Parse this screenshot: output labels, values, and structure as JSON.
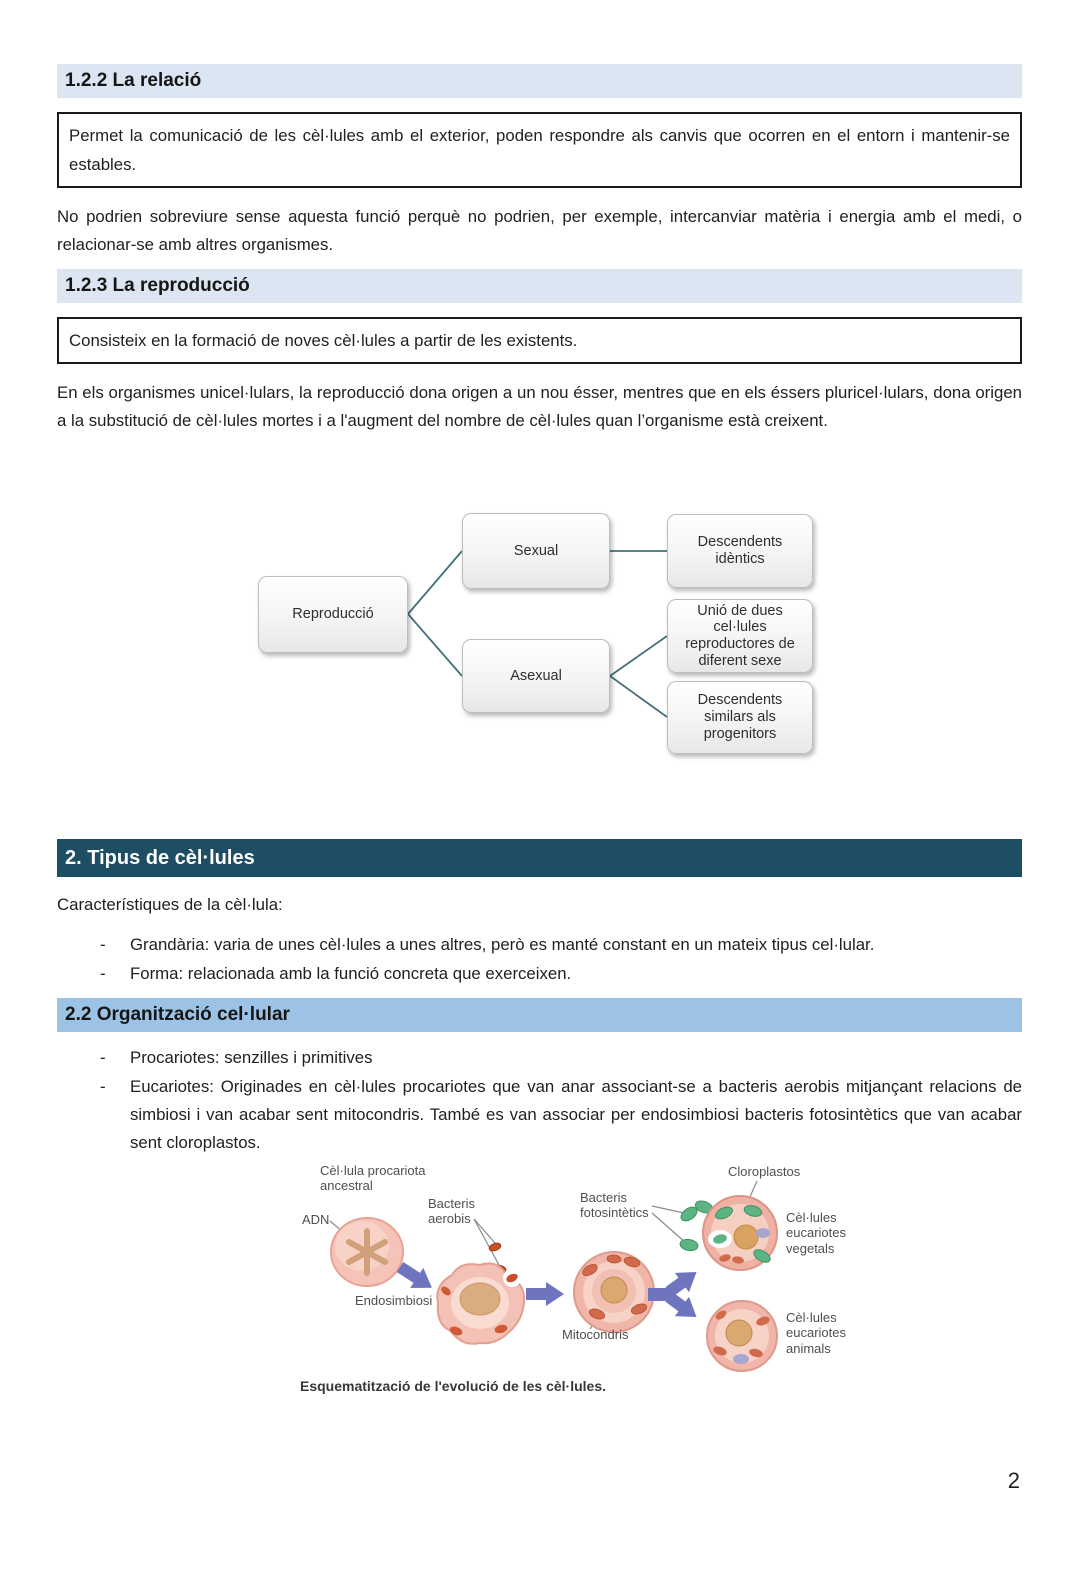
{
  "sections": {
    "relacio": {
      "heading": "1.2.2 La relació",
      "box": "Permet la comunicació de les cèl·lules amb el exterior, poden respondre als canvis que ocorren en el entorn i mantenir-se estables.",
      "paragraph": "No podrien sobreviure sense aquesta funció perquè no podrien, per exemple, intercanviar matèria i energia amb el medi, o relacionar-se amb altres organismes."
    },
    "reproduccio": {
      "heading": "1.2.3 La reproducció",
      "box": "Consisteix en la formació de noves cèl·lules a partir de les existents.",
      "paragraph": "En els organismes unicel·lulars, la reproducció dona origen a un nou ésser, mentres que en els éssers pluricel·lulars, dona origen a la substitució de cèl·lules mortes i a l'augment del nombre de cèl·lules quan l’organisme està creixent."
    },
    "tipus": {
      "heading": "2. Tipus de cèl·lules",
      "intro": "Característiques de la cèl·lula:",
      "bullet_marker": "-",
      "bullets": [
        "Grandària: varia de unes cèl·lules a unes altres, però es manté constant en un mateix tipus cel·lular.",
        "Forma: relacionada amb la funció concreta que exerceixen."
      ]
    },
    "organitzacio": {
      "heading": "2.2 Organització cel·lular",
      "bullet_marker": "-",
      "bullets": [
        "Procariotes: senzilles i primitives",
        "Eucariotes: Originades en cèl·lules procariotes que van anar associant-se a bacteris aerobis mitjançant relacions de simbiosi i van acabar sent mitocondris. També es van associar per endosimbiosi bacteris fotosintètics que van acabar sent cloroplastos."
      ]
    }
  },
  "diagram": {
    "root": "Reproducció",
    "sexual": "Sexual",
    "asexual": "Asexual",
    "descendents_identics": "Descendents idèntics",
    "unio": "Unió de dues cel·lules reproductores de diferent sexe",
    "descendents_similars": "Descendents similars als progenitors"
  },
  "figure": {
    "labels": {
      "procariota": "Cèl·lula procariota ancestral",
      "adn": "ADN",
      "bacteris_aerobis": "Bacteris aerobis",
      "endosimbiosi": "Endosimbiosi",
      "bacteris_fotosintetics": "Bacteris fotosintètics",
      "cloroplastos": "Cloroplastos",
      "mitocondris": "Mitocondris",
      "eucariotes_vegetals": "Cèl·lules eucariotes vegetals",
      "eucariotes_animals": "Cèl·lules eucariotes animals"
    },
    "caption": "Esquematització de l'evolució de les cèl·lules."
  },
  "page": {
    "number": "2"
  },
  "colors": {
    "band_light_blue": "#dce6f2",
    "band_medium_blue": "#9cc2e5",
    "band_dark_teal": "#1d4e63",
    "diagram_connector": "#44707a",
    "figure_arrow_purple": "#6f74bf",
    "cell_pink": "#f2beb2",
    "nucleus_tan": "#d9a96f",
    "bacteria_red": "#c94f28",
    "chloroplast_green": "#5db383"
  }
}
